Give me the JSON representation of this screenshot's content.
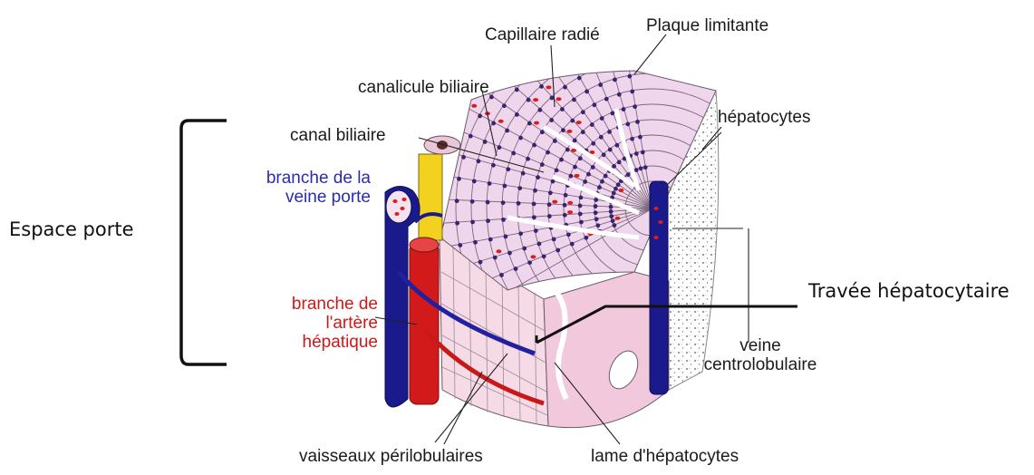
{
  "labels": {
    "capillaire_radie": "Capillaire radié",
    "plaque_limitante": "Plaque limitante",
    "canalicule_biliaire": "canalicule biliaire",
    "hepatocytes": "hépatocytes",
    "canal_biliaire": "canal biliaire",
    "branche_veine_porte": "branche de la\nveine porte",
    "espace_porte": "Espace porte",
    "branche_artere_hepatique": "branche de\nl'artère\nhépatique",
    "travee_hepatocytaire": "Travée hépatocytaire",
    "veine_centrolobulaire": "veine\ncentrolobulaire",
    "vaisseaux_perilobulaires": "vaisseaux périlobulaires",
    "lame_hepatocytes": "lame d'hépatocytes"
  },
  "colors": {
    "portal_vein": "#1a1a8c",
    "hepatic_artery": "#d21a1a",
    "bile_duct": "#f2d21e",
    "hepatocyte_fill": "#efd6ec",
    "nucleus": "#3a2470",
    "lobule_pink": "#f2c9dc"
  }
}
